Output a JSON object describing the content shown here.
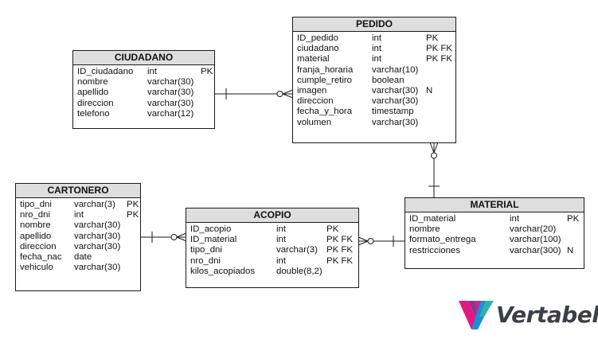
{
  "entities": {
    "pedido": {
      "title": "PEDIDO",
      "columns": [
        {
          "name": "ID_pedido",
          "type": "int",
          "key": "PK"
        },
        {
          "name": "ciudadano",
          "type": "int",
          "key": "PK FK"
        },
        {
          "name": "material",
          "type": "int",
          "key": "PK FK"
        },
        {
          "name": "franja_horaria",
          "type": "varchar(10)",
          "key": ""
        },
        {
          "name": "cumple_retiro",
          "type": "boolean",
          "key": ""
        },
        {
          "name": "imagen",
          "type": "varchar(30)",
          "key": "N"
        },
        {
          "name": "direccion",
          "type": "varchar(30)",
          "key": ""
        },
        {
          "name": "fecha_y_hora",
          "type": "timestamp",
          "key": ""
        },
        {
          "name": "volumen",
          "type": "varchar(30)",
          "key": ""
        }
      ]
    },
    "ciudadano": {
      "title": "CIUDADANO",
      "columns": [
        {
          "name": "ID_ciudadano",
          "type": "int",
          "key": "PK"
        },
        {
          "name": "nombre",
          "type": "varchar(30)",
          "key": ""
        },
        {
          "name": "apellido",
          "type": "varchar(30)",
          "key": ""
        },
        {
          "name": "direccion",
          "type": "varchar(30)",
          "key": ""
        },
        {
          "name": "telefono",
          "type": "varchar(12)",
          "key": ""
        }
      ]
    },
    "cartonero": {
      "title": "CARTONERO",
      "columns": [
        {
          "name": "tipo_dni",
          "type": "varchar(3)",
          "key": "PK"
        },
        {
          "name": "nro_dni",
          "type": "int",
          "key": "PK"
        },
        {
          "name": "nombre",
          "type": "varchar(30)",
          "key": ""
        },
        {
          "name": "apellido",
          "type": "varchar(30)",
          "key": ""
        },
        {
          "name": "direccion",
          "type": "varchar(30)",
          "key": ""
        },
        {
          "name": "fecha_nac",
          "type": "date",
          "key": ""
        },
        {
          "name": "vehiculo",
          "type": "varchar(30)",
          "key": ""
        }
      ]
    },
    "acopio": {
      "title": "ACOPIO",
      "columns": [
        {
          "name": "ID_acopio",
          "type": "int",
          "key": "PK"
        },
        {
          "name": "ID_material",
          "type": "int",
          "key": "PK FK"
        },
        {
          "name": "tipo_dni",
          "type": "varchar(3)",
          "key": "PK FK"
        },
        {
          "name": "nro_dni",
          "type": "int",
          "key": "PK FK"
        },
        {
          "name": "kilos_acopiados",
          "type": "double(8,2)",
          "key": ""
        }
      ]
    },
    "material": {
      "title": "MATERIAL",
      "columns": [
        {
          "name": "ID_material",
          "type": "int",
          "key": "PK"
        },
        {
          "name": "nombre",
          "type": "varchar(20)",
          "key": ""
        },
        {
          "name": "formato_entrega",
          "type": "varchar(100)",
          "key": ""
        },
        {
          "name": "restricciones",
          "type": "varchar(300)",
          "key": "N"
        }
      ]
    }
  },
  "relationships": [
    {
      "from": "ciudadano",
      "to": "pedido",
      "from_end": "one",
      "to_end": "zero-or-many"
    },
    {
      "from": "material",
      "to": "pedido",
      "from_end": "one",
      "to_end": "zero-or-many"
    },
    {
      "from": "cartonero",
      "to": "acopio",
      "from_end": "one",
      "to_end": "zero-or-many"
    },
    {
      "from": "material",
      "to": "acopio",
      "from_end": "one",
      "to_end": "zero-or-many"
    }
  ],
  "branding": {
    "logo_text": "Vertabelo",
    "colors": {
      "text": "#3b3f47",
      "magenta": "#e4197e",
      "purple": "#7a3d96",
      "blue": "#1b8fd6",
      "teal": "#2bb5a8"
    }
  },
  "style": {
    "line_color": "#1a1a1a",
    "header_fill": "#dedede",
    "border_color": "#1a1a1a"
  }
}
